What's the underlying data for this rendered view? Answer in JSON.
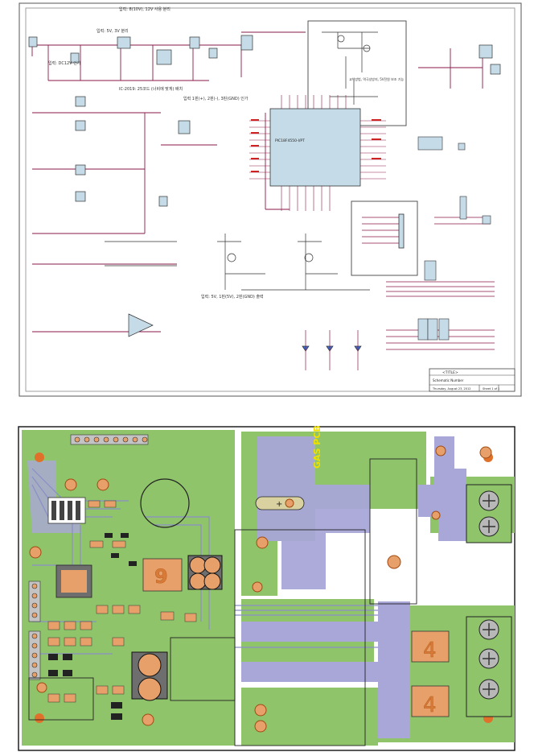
{
  "schematic": {
    "notes": [
      "입력: 8(10V), 12V 사용 분리",
      "입력: 5V, 3V 분리",
      "입력: DC12V 인가",
      "IC-2019: 25코드 (너비에 맞게) 배치",
      "입력 1핀(+), 2핀(-), 3핀(GND) 인가",
      "입력: 5V, 1핀(5V), 2핀(GND) 출력",
      "교체방법, 역극성방지, 5V전원 보조 기능"
    ],
    "mcu_label": "PIC18F4550-I/PT",
    "title_block": {
      "company": "<TITLE>",
      "doc": "Schematic Number",
      "date": "Thursday, August 23, 2012",
      "sheet": "Sheet 1 of 1"
    }
  },
  "pcb": {
    "silk": [
      "9",
      "4",
      "4"
    ],
    "top_tag": "GAS PCB"
  }
}
